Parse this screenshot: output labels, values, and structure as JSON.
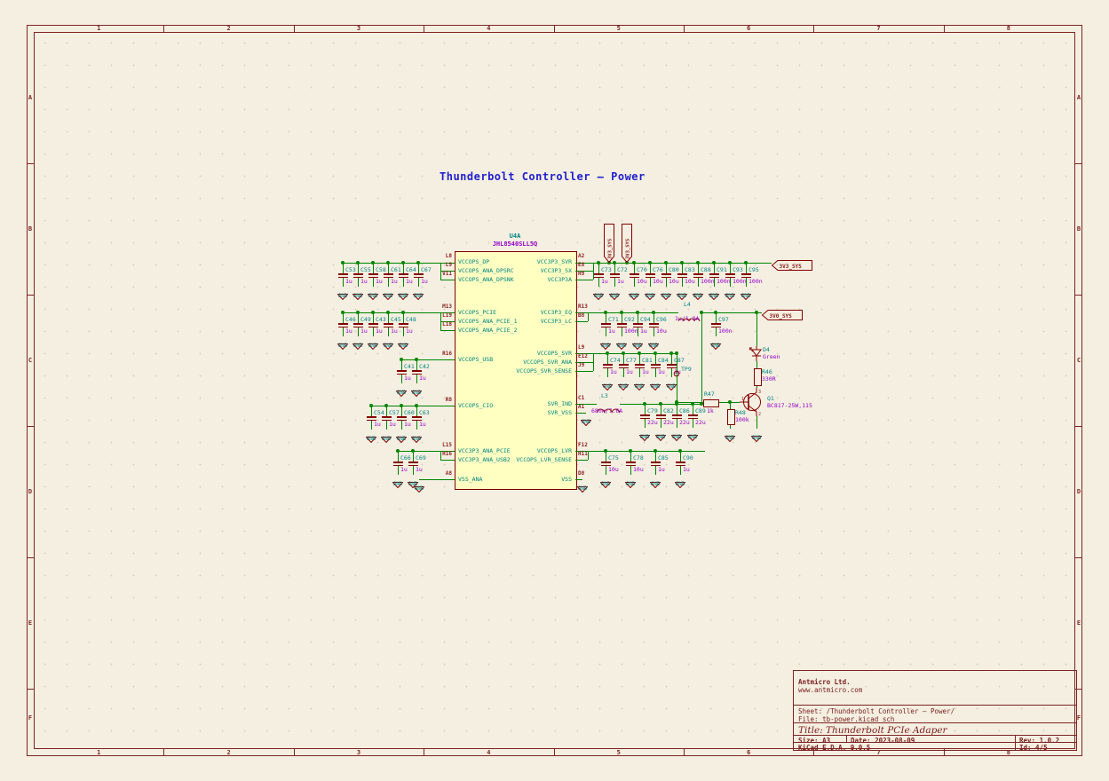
{
  "sheet_title": "Thunderbolt Controller — Power",
  "labels": {
    "gnd": "GND"
  },
  "colors": {
    "paper": "#f4efe1",
    "frame": "#7e2424",
    "wire_green": "#008400",
    "symbol_red": "#840000",
    "pin_name_teal": "#008484",
    "value_purple": "#9400c8",
    "pin_number_red": "#8a1f1f",
    "title_blue": "#2020cf"
  },
  "border": {
    "columns": [
      "1",
      "2",
      "3",
      "4",
      "5",
      "6",
      "7",
      "8"
    ],
    "rows": [
      "A",
      "B",
      "C",
      "D",
      "E",
      "F"
    ]
  },
  "ic": {
    "ref": "U4A",
    "value": "JHL8540SLL5Q",
    "left_pins": [
      {
        "num": "L8",
        "name": "VCCOPS_DP"
      },
      {
        "num": "L9",
        "name": "VCCOPS_ANA_DPSRC"
      },
      {
        "num": "V11",
        "name": "VCCOPS_ANA_DPSNK"
      },
      {
        "num": "M13",
        "name": "VCCOPS_PCIE"
      },
      {
        "num": "L19",
        "name": "VCCOPS_ANA_PCIE_1"
      },
      {
        "num": "L18",
        "name": "VCCOPS_ANA_PCIE_2"
      },
      {
        "num": "R16",
        "name": "VCCOPS_USB"
      },
      {
        "num": "R8",
        "name": "VCCOPS_CIO"
      },
      {
        "num": "L15",
        "name": "VCC3P3_ANA_PCIE"
      },
      {
        "num": "H16",
        "name": "VCC3P3_ANA_USB2"
      },
      {
        "num": "A8",
        "name": "VSS_ANA"
      }
    ],
    "right_pins": [
      {
        "num": "A2",
        "name": "VCC3P3_SVR"
      },
      {
        "num": "E8",
        "name": "VCC3P3_SX"
      },
      {
        "num": "H9",
        "name": "VCC3P3A"
      },
      {
        "num": "R13",
        "name": "VCC3P3_EQ"
      },
      {
        "num": "B8",
        "name": "VCC3P3_LC"
      },
      {
        "num": "L9",
        "name": "VCCOPS_SVR"
      },
      {
        "num": "E12",
        "name": "VCCOPS_SVR_ANA"
      },
      {
        "num": "J9",
        "name": "VCCOPS_SVR_SENSE"
      },
      {
        "num": "C1",
        "name": "SVR_IND"
      },
      {
        "num": "A1",
        "name": "SVR_VSS"
      },
      {
        "num": "F12",
        "name": "VCCOPS_LVR"
      },
      {
        "num": "H11",
        "name": "VCCOPS_LVR_SENSE"
      },
      {
        "num": "D8",
        "name": "VSS"
      }
    ]
  },
  "cap_groups": [
    {
      "name": "dp-bank",
      "caps": [
        {
          "ref": "C53",
          "value": "1u"
        },
        {
          "ref": "C55",
          "value": "1u"
        },
        {
          "ref": "C58",
          "value": "1u"
        },
        {
          "ref": "C61",
          "value": "1u"
        },
        {
          "ref": "C64",
          "value": "1u"
        },
        {
          "ref": "C67",
          "value": "1u"
        }
      ]
    },
    {
      "name": "pcie-bank",
      "caps": [
        {
          "ref": "C46",
          "value": "1u"
        },
        {
          "ref": "C49",
          "value": "1u"
        },
        {
          "ref": "C43",
          "value": "1u"
        },
        {
          "ref": "C45",
          "value": "1u"
        },
        {
          "ref": "C48",
          "value": "1u"
        }
      ]
    },
    {
      "name": "usb-bank",
      "caps": [
        {
          "ref": "C41",
          "value": "1u"
        },
        {
          "ref": "C42",
          "value": "1u"
        }
      ]
    },
    {
      "name": "cio-bank",
      "caps": [
        {
          "ref": "C54",
          "value": "1u"
        },
        {
          "ref": "C57",
          "value": "1u"
        },
        {
          "ref": "C60",
          "value": "1u"
        },
        {
          "ref": "C63",
          "value": "1u"
        }
      ]
    },
    {
      "name": "ana-bank",
      "caps": [
        {
          "ref": "C66",
          "value": "1u"
        },
        {
          "ref": "C69",
          "value": "1u"
        }
      ]
    },
    {
      "name": "svr33-input",
      "caps": [
        {
          "ref": "C73",
          "value": "1u"
        },
        {
          "ref": "C72",
          "value": "1u"
        }
      ]
    },
    {
      "name": "svr33-bank",
      "caps": [
        {
          "ref": "C70",
          "value": "10u"
        },
        {
          "ref": "C76",
          "value": "10u"
        },
        {
          "ref": "C80",
          "value": "10u"
        },
        {
          "ref": "C83",
          "value": "10u"
        },
        {
          "ref": "C88",
          "value": "100n"
        },
        {
          "ref": "C91",
          "value": "100n"
        },
        {
          "ref": "C93",
          "value": "100n"
        },
        {
          "ref": "C95",
          "value": "100n"
        }
      ]
    },
    {
      "name": "eq-bank",
      "caps": [
        {
          "ref": "C71",
          "value": "1u"
        },
        {
          "ref": "C92",
          "value": "100n"
        },
        {
          "ref": "C94",
          "value": "1u"
        },
        {
          "ref": "C96",
          "value": "10u"
        }
      ]
    },
    {
      "name": "svr-out",
      "caps": [
        {
          "ref": "C97",
          "value": "100n"
        }
      ]
    },
    {
      "name": "svr-bank",
      "caps": [
        {
          "ref": "C74",
          "value": "1u"
        },
        {
          "ref": "C77",
          "value": "1u"
        },
        {
          "ref": "C81",
          "value": "1u"
        },
        {
          "ref": "C84",
          "value": "1u"
        },
        {
          "ref": "C87",
          "value": "1u"
        }
      ]
    },
    {
      "name": "ind-bank",
      "caps": [
        {
          "ref": "C79",
          "value": "22u"
        },
        {
          "ref": "C82",
          "value": "22u"
        },
        {
          "ref": "C86",
          "value": "22u"
        },
        {
          "ref": "C89",
          "value": "22u"
        }
      ]
    },
    {
      "name": "lvr-bank",
      "caps": [
        {
          "ref": "C75",
          "value": "10u"
        },
        {
          "ref": "C78",
          "value": "10u"
        },
        {
          "ref": "C85",
          "value": "1u"
        },
        {
          "ref": "C90",
          "value": "1u"
        }
      ]
    }
  ],
  "resistors": [
    {
      "ref": "R47",
      "value": "1k"
    },
    {
      "ref": "R48",
      "value": "100k"
    },
    {
      "ref": "R46",
      "value": "330R"
    }
  ],
  "inductors": [
    {
      "ref": "L4",
      "value": "1u/1.8A"
    },
    {
      "ref": "L3",
      "value": "680n/7.6A"
    }
  ],
  "diode": {
    "ref": "D4",
    "value": "Green"
  },
  "transistor": {
    "ref": "Q1",
    "value": "BC817-25W,115",
    "pin_numbers": [
      "1",
      "2",
      "3"
    ]
  },
  "testpoint": {
    "ref": "TP9"
  },
  "net_flags": [
    {
      "name": "3V3_SYS",
      "orient": "vertical"
    },
    {
      "name": "3V3_SYS",
      "orient": "vertical"
    },
    {
      "name": "3V3_SYS",
      "orient": "left"
    },
    {
      "name": "3V0_SYS",
      "orient": "left"
    }
  ],
  "title_block": {
    "company": "Antmicro Ltd.",
    "url": "www.antmicro.com",
    "sheet": "Sheet: /Thunderbolt Controller — Power/",
    "file": "File: tb-power.kicad_sch",
    "title": "Title: Thunderbolt PCIe Adaper",
    "size": "Size: A3",
    "date": "Date: 2023-08-09",
    "rev": "Rev: 1.0.2",
    "kicad": "KiCad E.D.A. 9.0.5",
    "id": "Id: 4/5"
  }
}
